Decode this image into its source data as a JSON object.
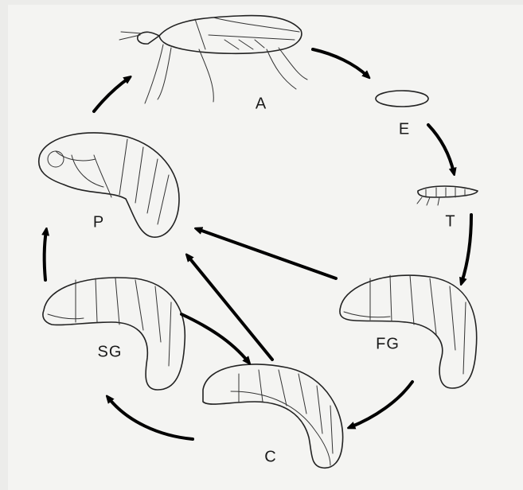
{
  "diagram": {
    "stages": [
      {
        "id": "A",
        "label": "A"
      },
      {
        "id": "E",
        "label": "E"
      },
      {
        "id": "T",
        "label": "T"
      },
      {
        "id": "FG",
        "label": "FG"
      },
      {
        "id": "C",
        "label": "C"
      },
      {
        "id": "SG",
        "label": "SG"
      },
      {
        "id": "P",
        "label": "P"
      }
    ],
    "arrows": [
      {
        "from": "A",
        "to": "E"
      },
      {
        "from": "E",
        "to": "T"
      },
      {
        "from": "T",
        "to": "FG"
      },
      {
        "from": "FG",
        "to": "C"
      },
      {
        "from": "FG",
        "to": "P"
      },
      {
        "from": "C",
        "to": "SG"
      },
      {
        "from": "C",
        "to": "P"
      },
      {
        "from": "SG",
        "to": "C"
      },
      {
        "from": "SG",
        "to": "P"
      },
      {
        "from": "P",
        "to": "A"
      }
    ],
    "colors": {
      "ink": "#222222",
      "paper": "#f4f4f2",
      "arrow": "#000000"
    }
  }
}
